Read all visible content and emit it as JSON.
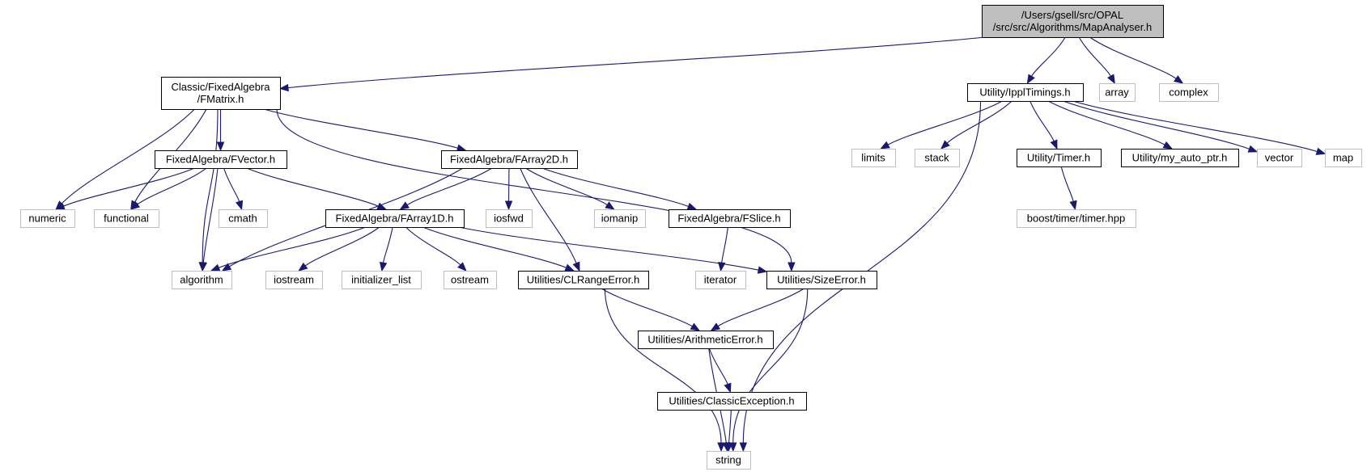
{
  "diagram": {
    "type": "include-dependency-graph",
    "colors": {
      "edge": "#191970",
      "root_fill": "#bfbfbf",
      "local_border": "#000000",
      "system_border": "#bfbfbf"
    },
    "nodes": [
      {
        "id": "root",
        "kind": "root",
        "lines": [
          "/Users/gsell/src/OPAL",
          "/src/src/Algorithms/MapAnalyser.h"
        ]
      },
      {
        "id": "fmatrix",
        "kind": "local",
        "lines": [
          "Classic/FixedAlgebra",
          "/FMatrix.h"
        ]
      },
      {
        "id": "ippltimings",
        "kind": "local",
        "lines": [
          "Utility/IpplTimings.h"
        ]
      },
      {
        "id": "array",
        "kind": "system",
        "lines": [
          "array"
        ]
      },
      {
        "id": "complex",
        "kind": "system",
        "lines": [
          "complex"
        ]
      },
      {
        "id": "fvector",
        "kind": "local",
        "lines": [
          "FixedAlgebra/FVector.h"
        ]
      },
      {
        "id": "farray2d",
        "kind": "local",
        "lines": [
          "FixedAlgebra/FArray2D.h"
        ]
      },
      {
        "id": "limits",
        "kind": "system",
        "lines": [
          "limits"
        ]
      },
      {
        "id": "stack",
        "kind": "system",
        "lines": [
          "stack"
        ]
      },
      {
        "id": "timer",
        "kind": "local",
        "lines": [
          "Utility/Timer.h"
        ]
      },
      {
        "id": "myautoptr",
        "kind": "local",
        "lines": [
          "Utility/my_auto_ptr.h"
        ]
      },
      {
        "id": "vector",
        "kind": "system",
        "lines": [
          "vector"
        ]
      },
      {
        "id": "map",
        "kind": "system",
        "lines": [
          "map"
        ]
      },
      {
        "id": "numeric",
        "kind": "system",
        "lines": [
          "numeric"
        ]
      },
      {
        "id": "functional",
        "kind": "system",
        "lines": [
          "functional"
        ]
      },
      {
        "id": "cmath",
        "kind": "system",
        "lines": [
          "cmath"
        ]
      },
      {
        "id": "farray1d",
        "kind": "local",
        "lines": [
          "FixedAlgebra/FArray1D.h"
        ]
      },
      {
        "id": "iosfwd",
        "kind": "system",
        "lines": [
          "iosfwd"
        ]
      },
      {
        "id": "iomanip",
        "kind": "system",
        "lines": [
          "iomanip"
        ]
      },
      {
        "id": "fslice",
        "kind": "local",
        "lines": [
          "FixedAlgebra/FSlice.h"
        ]
      },
      {
        "id": "boosttimer",
        "kind": "system",
        "lines": [
          "boost/timer/timer.hpp"
        ]
      },
      {
        "id": "algorithm",
        "kind": "system",
        "lines": [
          "algorithm"
        ]
      },
      {
        "id": "iostream",
        "kind": "system",
        "lines": [
          "iostream"
        ]
      },
      {
        "id": "initlist",
        "kind": "system",
        "lines": [
          "initializer_list"
        ]
      },
      {
        "id": "ostream",
        "kind": "system",
        "lines": [
          "ostream"
        ]
      },
      {
        "id": "clrangeerror",
        "kind": "local",
        "lines": [
          "Utilities/CLRangeError.h"
        ]
      },
      {
        "id": "iterator",
        "kind": "system",
        "lines": [
          "iterator"
        ]
      },
      {
        "id": "sizeerror",
        "kind": "local",
        "lines": [
          "Utilities/SizeError.h"
        ]
      },
      {
        "id": "arithmeticerror",
        "kind": "local",
        "lines": [
          "Utilities/ArithmeticError.h"
        ]
      },
      {
        "id": "classicexception",
        "kind": "local",
        "lines": [
          "Utilities/ClassicException.h"
        ]
      },
      {
        "id": "string",
        "kind": "system",
        "lines": [
          "string"
        ]
      }
    ],
    "edges": [
      {
        "from": "root",
        "to": "fmatrix"
      },
      {
        "from": "root",
        "to": "ippltimings"
      },
      {
        "from": "root",
        "to": "array"
      },
      {
        "from": "root",
        "to": "complex"
      },
      {
        "from": "fmatrix",
        "to": "fvector"
      },
      {
        "from": "fmatrix",
        "to": "farray2d"
      },
      {
        "from": "fmatrix",
        "to": "numeric"
      },
      {
        "from": "fmatrix",
        "to": "functional"
      },
      {
        "from": "fmatrix",
        "to": "algorithm"
      },
      {
        "from": "fmatrix",
        "to": "sizeerror"
      },
      {
        "from": "ippltimings",
        "to": "limits"
      },
      {
        "from": "ippltimings",
        "to": "stack"
      },
      {
        "from": "ippltimings",
        "to": "timer"
      },
      {
        "from": "ippltimings",
        "to": "myautoptr"
      },
      {
        "from": "ippltimings",
        "to": "vector"
      },
      {
        "from": "ippltimings",
        "to": "map"
      },
      {
        "from": "ippltimings",
        "to": "string"
      },
      {
        "from": "fvector",
        "to": "numeric"
      },
      {
        "from": "fvector",
        "to": "functional"
      },
      {
        "from": "fvector",
        "to": "cmath"
      },
      {
        "from": "fvector",
        "to": "algorithm"
      },
      {
        "from": "fvector",
        "to": "farray1d"
      },
      {
        "from": "farray2d",
        "to": "farray1d"
      },
      {
        "from": "farray2d",
        "to": "algorithm"
      },
      {
        "from": "farray2d",
        "to": "iosfwd"
      },
      {
        "from": "farray2d",
        "to": "iomanip"
      },
      {
        "from": "farray2d",
        "to": "fslice"
      },
      {
        "from": "farray2d",
        "to": "clrangeerror"
      },
      {
        "from": "timer",
        "to": "boosttimer"
      },
      {
        "from": "farray1d",
        "to": "algorithm"
      },
      {
        "from": "farray1d",
        "to": "iostream"
      },
      {
        "from": "farray1d",
        "to": "initlist"
      },
      {
        "from": "farray1d",
        "to": "ostream"
      },
      {
        "from": "farray1d",
        "to": "clrangeerror"
      },
      {
        "from": "farray1d",
        "to": "sizeerror"
      },
      {
        "from": "fslice",
        "to": "iterator"
      },
      {
        "from": "clrangeerror",
        "to": "arithmeticerror"
      },
      {
        "from": "clrangeerror",
        "to": "string"
      },
      {
        "from": "sizeerror",
        "to": "arithmeticerror"
      },
      {
        "from": "sizeerror",
        "to": "string"
      },
      {
        "from": "arithmeticerror",
        "to": "classicexception"
      },
      {
        "from": "arithmeticerror",
        "to": "string"
      },
      {
        "from": "classicexception",
        "to": "string"
      }
    ]
  }
}
